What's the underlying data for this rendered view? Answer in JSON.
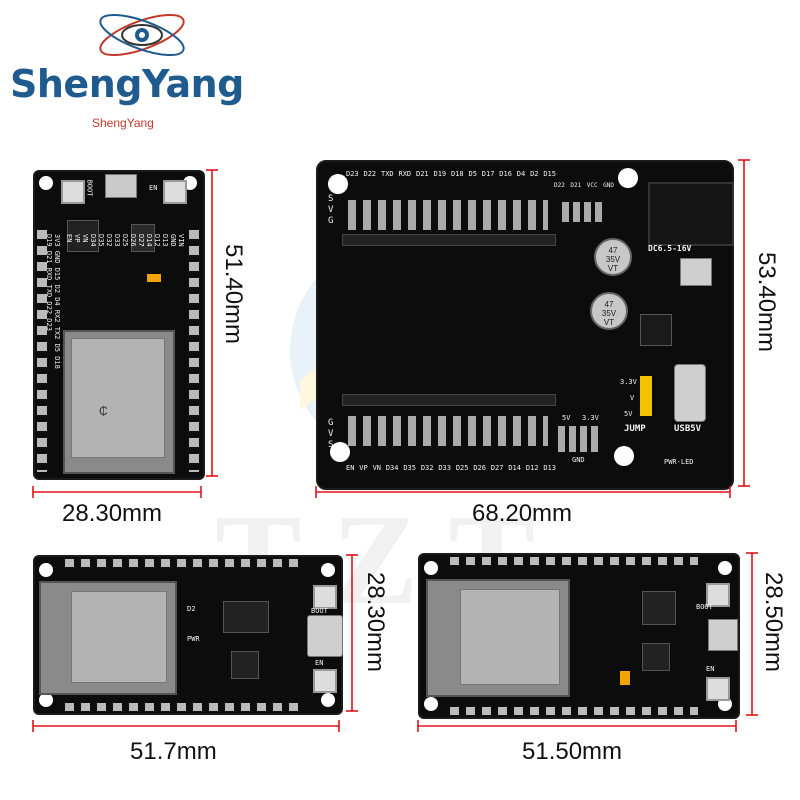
{
  "brand": {
    "name": "ShengYang",
    "sub": "ShengYang",
    "colors": {
      "primary": "#1f5b8e",
      "accent": "#c0392b"
    }
  },
  "watermark": {
    "text": "TZT"
  },
  "dimension_color": "#e0141b",
  "boards": {
    "devkit_vertical": {
      "width_label": "28.30mm",
      "height_label": "51.40mm",
      "labels": {
        "boot": "BOOT",
        "en": "EN",
        "left_pins": "3V3 GND D15 D2 D4 RX2 TX2 D5 D18 D19 D21 RXD TXD D22 D23",
        "right_pins": "VIN GND D13 D12 D14 D27 D26 D25 D33 D32 D35 D34 VN VP EN"
      }
    },
    "shield": {
      "width_label": "68.20mm",
      "height_label": "53.40mm",
      "labels": {
        "top_pins": [
          "D23",
          "D22",
          "TXD",
          "RXD",
          "D21",
          "D19",
          "D18",
          "D5",
          "D17",
          "D16",
          "D4",
          "D2",
          "D15"
        ],
        "bottom_pins": [
          "EN",
          "VP",
          "VN",
          "D34",
          "D35",
          "D32",
          "D33",
          "D25",
          "D26",
          "D27",
          "D14",
          "D12",
          "D13"
        ],
        "power_header": [
          "D22",
          "D21",
          "VCC",
          "GND"
        ],
        "gvs": [
          "G",
          "V",
          "S"
        ],
        "dc_in": "DC6.5-16V",
        "cap_top": "47\n35V\nVT",
        "cap_bottom": "47\n35V\nVT",
        "v33": "3.3V",
        "v": "V",
        "v5": "5V",
        "jump": "JUMP",
        "usb5v": "USB5V",
        "pwr_led": "PWR-LED",
        "header_5v": "5V",
        "header_33v": "3.3V",
        "gnd": "GND"
      }
    },
    "usb_c_board": {
      "width_label": "51.7mm",
      "height_label": "28.30mm",
      "labels": {
        "boot": "BOOT",
        "en": "EN",
        "pwr": "PWR",
        "d2": "D2"
      }
    },
    "micro_usb_board": {
      "width_label": "51.50mm",
      "height_label": "28.50mm",
      "labels": {
        "boot": "BOOT",
        "en": "EN"
      }
    }
  }
}
